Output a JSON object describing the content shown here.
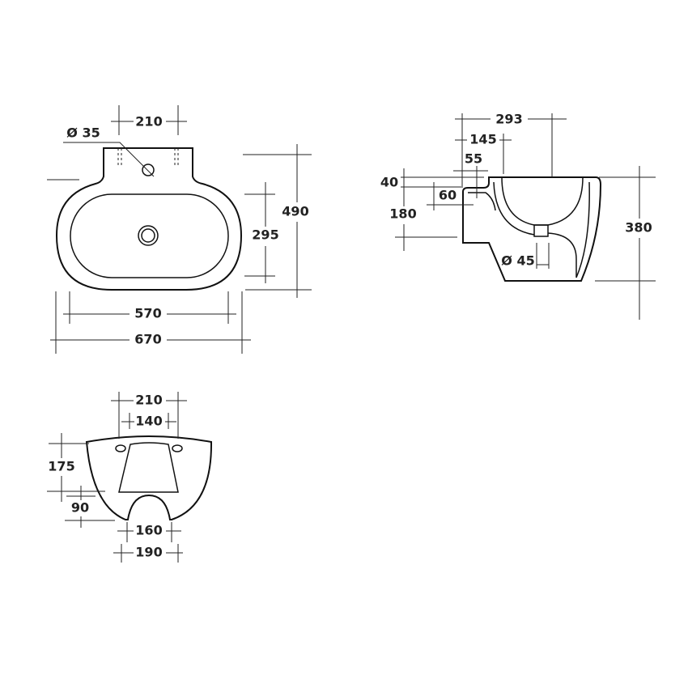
{
  "top_view": {
    "d_hole": "Ø 35",
    "hole_spacing": "210",
    "overall_depth": "490",
    "inner_depth": "295",
    "inner_width": "570",
    "overall_width": "670"
  },
  "side_view": {
    "d_293": "293",
    "d_145": "145",
    "d_55": "55",
    "d_40": "40",
    "d_60": "60",
    "d_180": "180",
    "height": "380",
    "d_drain": "Ø 45"
  },
  "back_view": {
    "d_210": "210",
    "d_140": "140",
    "d_175": "175",
    "d_90": "90",
    "d_160": "160",
    "d_190": "190"
  },
  "colors": {
    "line": "#222222",
    "bowl_fill": "#e8eaee"
  }
}
